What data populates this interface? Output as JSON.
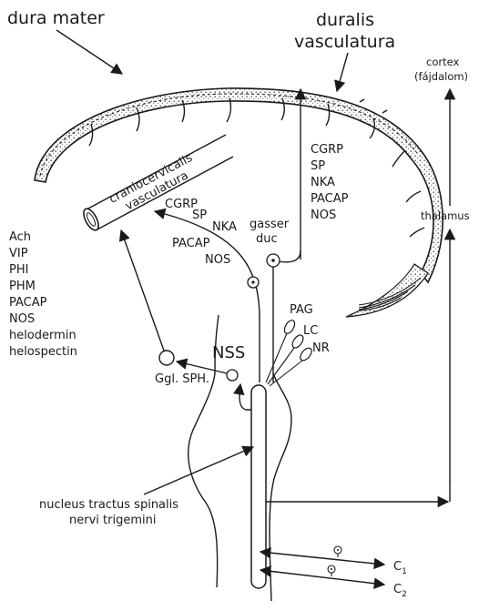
{
  "labels": {
    "dura_mater": "dura mater",
    "duralis_line1": "duralis",
    "duralis_line2": "vasculatura",
    "cortex_line1": "cortex",
    "cortex_line2": "(fájdalom)",
    "thalamus": "thalamus",
    "cranio_line1": "craniocervicalis",
    "cranio_line2": "vasculatura",
    "gasser_line1": "gasser",
    "gasser_line2": "duc",
    "nss": "NSS",
    "ggl_sph": "Ggl. SPH.",
    "pag": "PAG",
    "lc": "LC",
    "nr": "NR",
    "nucleus_line1": "nucleus tractus spinalis",
    "nucleus_line2": "nervi trigemini",
    "c1": "C",
    "c1_sub": "1",
    "c2": "C",
    "c2_sub": "2"
  },
  "dural_neuropeptides": [
    "CGRP",
    "SP",
    "NKA",
    "PACAP",
    "NOS"
  ],
  "cranio_neuropeptides": [
    "CGRP",
    "SP",
    "NKA",
    "PACAP",
    "NOS"
  ],
  "parasympathetic_mediators": [
    "Ach",
    "VIP",
    "PHI",
    "PHM",
    "PACAP",
    "NOS",
    "helodermin",
    "helospectin"
  ]
}
